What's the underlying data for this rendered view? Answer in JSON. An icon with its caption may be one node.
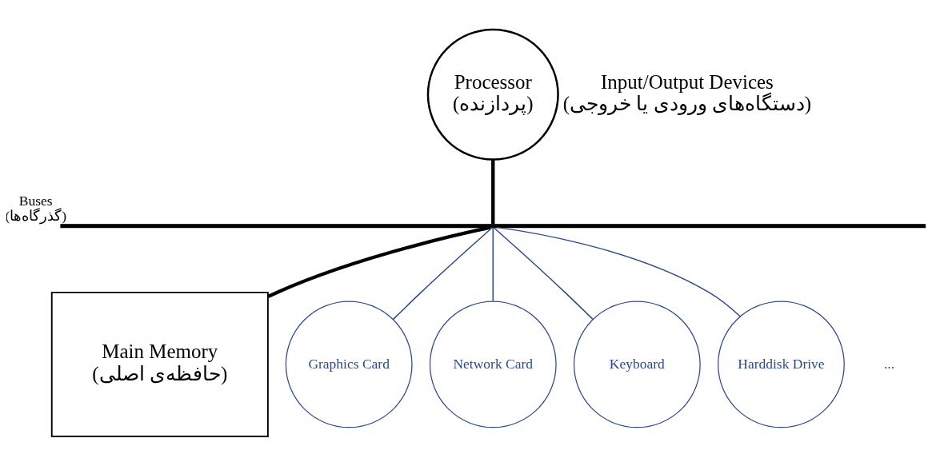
{
  "diagram": {
    "nodes": [
      {
        "text": [
          "Processor",
          "(پردازنده)"
        ]
      },
      {
        "text": [],
        "shape": "bar",
        "beside": [
          "Buses",
          "(گذرگاه‌ها)"
        ]
      },
      {
        "text": [
          "Main Memory",
          "(حافظه‌ی اصلی)"
        ]
      },
      {
        "text": [
          "Graphics Card"
        ]
      },
      {
        "text": [
          "Network Card"
        ]
      },
      {
        "text": [
          "Keyboard"
        ]
      },
      {
        "text": [
          "Harddisk Drive"
        ]
      }
    ],
    "edges": [
      {
        "from": 0,
        "to": 1,
        "arrow": "none",
        "style": "thick",
        "color": "#000000"
      },
      {
        "from": 1,
        "to": 2,
        "arrow": "none",
        "style": "thick",
        "color": "#000000"
      },
      {
        "from": 1,
        "to": 3,
        "arrow": "none",
        "color": "#2b4a8b"
      },
      {
        "from": 1,
        "to": 4,
        "arrow": "none",
        "color": "#2b4a8b"
      },
      {
        "from": 1,
        "to": 5,
        "arrow": "none",
        "color": "#2b4a8b"
      },
      {
        "from": 1,
        "to": 6,
        "arrow": "none",
        "color": "#2b4a8b"
      }
    ],
    "labels": [
      "Input/Output Devices",
      "(دستگاه‌های ورودی یا خروجی)",
      "..."
    ]
  }
}
